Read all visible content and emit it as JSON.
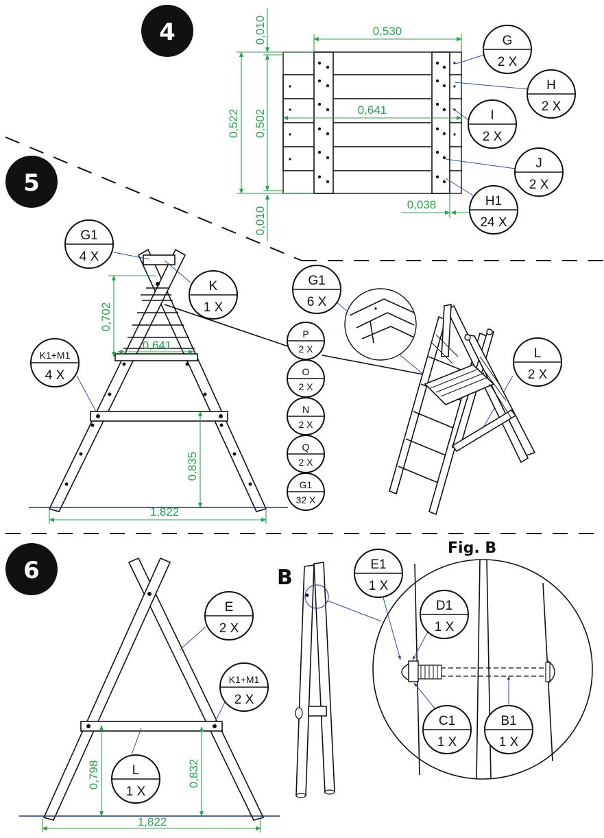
{
  "steps": {
    "s4": "4",
    "s5": "5",
    "s6": "6"
  },
  "fig_b_title": "Fig. B",
  "detail_label": "B",
  "step4": {
    "dims": {
      "width": "0,530",
      "inner": "0,641",
      "h_outer": "0,522",
      "h_inner": "0,502",
      "gap_top": "0,010",
      "gap_bot": "0,010",
      "edge": "0,038"
    },
    "callouts": [
      {
        "code": "G",
        "qty": "2 X"
      },
      {
        "code": "H",
        "qty": "2 X"
      },
      {
        "code": "I",
        "qty": "2 X"
      },
      {
        "code": "J",
        "qty": "2 X"
      },
      {
        "code": "H1",
        "qty": "24 X"
      }
    ]
  },
  "step5": {
    "dims": {
      "height_deck": "0,702",
      "deck_width": "0,641",
      "beam_height": "0,835",
      "base_width": "1,822"
    },
    "callouts": [
      {
        "code": "G1",
        "qty": "4 X"
      },
      {
        "code": "K",
        "qty": "1 X"
      },
      {
        "code": "K1+M1",
        "qty": "4 X"
      },
      {
        "code": "G1",
        "qty": "6 X"
      },
      {
        "code": "L",
        "qty": "2 X"
      }
    ],
    "column": [
      {
        "code": "P",
        "qty": "2 X"
      },
      {
        "code": "O",
        "qty": "2 X"
      },
      {
        "code": "N",
        "qty": "2 X"
      },
      {
        "code": "Q",
        "qty": "2 X"
      },
      {
        "code": "G1",
        "qty": "32 X"
      }
    ]
  },
  "step6": {
    "dims": {
      "left_height": "0,798",
      "right_height": "0,832",
      "base_width": "1,822"
    },
    "callouts": [
      {
        "code": "E",
        "qty": "2 X"
      },
      {
        "code": "K1+M1",
        "qty": "2 X"
      },
      {
        "code": "L",
        "qty": "1 X"
      }
    ]
  },
  "figB": {
    "callouts": [
      {
        "code": "E1",
        "qty": "1 X"
      },
      {
        "code": "D1",
        "qty": "1 X"
      },
      {
        "code": "C1",
        "qty": "1 X"
      },
      {
        "code": "B1",
        "qty": "1 X"
      }
    ]
  }
}
